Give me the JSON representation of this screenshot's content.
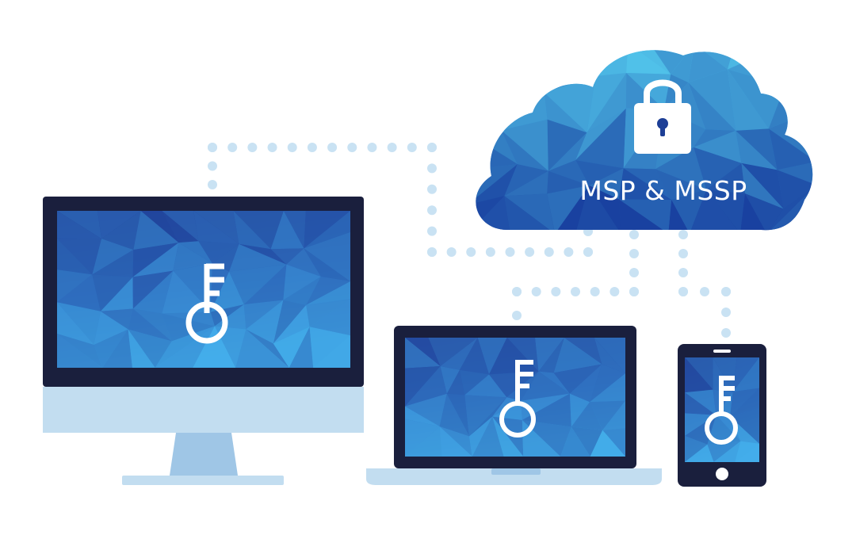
{
  "cloud": {
    "label": "MSP & MSSP",
    "icon": "padlock-icon"
  },
  "devices": [
    {
      "type": "desktop-monitor",
      "icon": "key-icon"
    },
    {
      "type": "laptop",
      "icon": "key-icon"
    },
    {
      "type": "smartphone",
      "icon": "key-icon"
    }
  ],
  "colors": {
    "frame_navy": "#1a1f3d",
    "screen_blue_dark": "#1f3f99",
    "screen_blue_light": "#3fb0e6",
    "cloud_top": "#4cc4ec",
    "cloud_bottom": "#1d3f96",
    "stand_light_blue": "#c2ddf0",
    "dot_light_blue": "#c9e2f3",
    "white": "#ffffff"
  }
}
